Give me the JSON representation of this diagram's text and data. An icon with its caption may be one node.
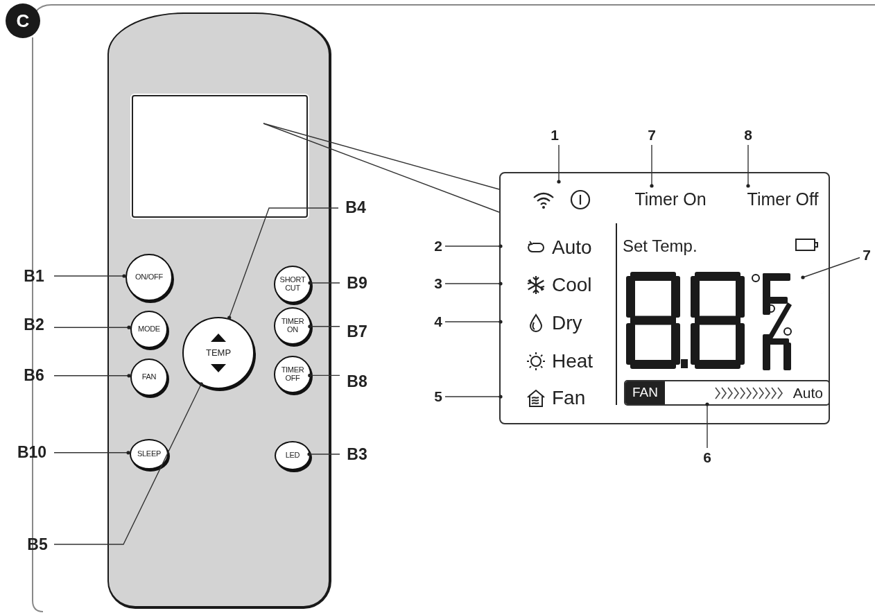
{
  "diagram": {
    "nodes": [
      {
        "text": [
          "C"
        ]
      },
      {
        "text": [],
        "shape": "box"
      },
      {
        "text": [],
        "shape": "box",
        "in": 1
      },
      {
        "text": [
          "ON/OFF"
        ],
        "in": 1
      },
      {
        "text": [
          "SHORT CUT"
        ],
        "in": 1
      },
      {
        "text": [
          "MODE"
        ],
        "in": 1
      },
      {
        "text": [
          "TEMP"
        ],
        "in": 1
      },
      {
        "text": [
          "TIMER ON"
        ],
        "in": 1
      },
      {
        "text": [
          "FAN"
        ],
        "in": 1
      },
      {
        "text": [
          "TIMER OFF"
        ],
        "in": 1
      },
      {
        "text": [
          "SLEEP"
        ],
        "in": 1
      },
      {
        "text": [
          "LED"
        ],
        "in": 1
      },
      {
        "text": [
          "B4"
        ]
      },
      {
        "text": [
          "B1"
        ]
      },
      {
        "text": [
          "B9"
        ]
      },
      {
        "text": [
          "B2"
        ]
      },
      {
        "text": [
          "B7"
        ]
      },
      {
        "text": [
          "B6"
        ]
      },
      {
        "text": [
          "B8"
        ]
      },
      {
        "text": [
          "B10"
        ]
      },
      {
        "text": [
          "B3"
        ]
      },
      {
        "text": [
          "B5"
        ]
      },
      {
        "text": [],
        "shape": "box"
      },
      {
        "text": [
          "1"
        ]
      },
      {
        "text": [
          "7"
        ]
      },
      {
        "text": [
          "8"
        ]
      },
      {
        "text": [
          "Timer On"
        ],
        "in": 22
      },
      {
        "text": [
          "Timer Off"
        ],
        "in": 22
      },
      {
        "text": [
          "2"
        ]
      },
      {
        "text": [
          "3"
        ]
      },
      {
        "text": [
          "4"
        ]
      },
      {
        "text": [
          "5"
        ]
      },
      {
        "text": [
          "Auto"
        ],
        "in": 22
      },
      {
        "text": [
          "Cool"
        ],
        "in": 22
      },
      {
        "text": [
          "Dry"
        ],
        "in": 22
      },
      {
        "text": [
          "Heat"
        ],
        "in": 22
      },
      {
        "text": [
          "Fan"
        ],
        "in": 22
      },
      {
        "text": [
          "7"
        ]
      },
      {
        "text": [
          "FAN",
          "Auto"
        ],
        "in": 22
      },
      {
        "text": [
          "6"
        ]
      }
    ],
    "edges": [
      {
        "from": 2,
        "to": 22,
        "arrow": "none"
      },
      {
        "from": 2,
        "to": 22,
        "arrow": "none"
      },
      {
        "from": 13,
        "to": 3,
        "arrow": "other"
      },
      {
        "from": 15,
        "to": 5,
        "arrow": "other"
      },
      {
        "from": 17,
        "to": 8,
        "arrow": "other"
      },
      {
        "from": 19,
        "to": 10,
        "arrow": "other"
      },
      {
        "from": 21,
        "to": 6,
        "arrow": "other"
      },
      {
        "from": 12,
        "to": 6,
        "arrow": "other"
      },
      {
        "from": 14,
        "to": 4,
        "arrow": "other"
      },
      {
        "from": 16,
        "to": 7,
        "arrow": "other"
      },
      {
        "from": 18,
        "to": 9,
        "arrow": "other"
      },
      {
        "from": 20,
        "to": 11,
        "arrow": "other"
      },
      {
        "from": 23,
        "to": 22,
        "arrow": "other"
      },
      {
        "from": 24,
        "to": 26,
        "arrow": "other"
      },
      {
        "from": 25,
        "to": 27,
        "arrow": "other"
      },
      {
        "from": 28,
        "to": 32,
        "arrow": "other"
      },
      {
        "from": 29,
        "to": 33,
        "arrow": "other"
      },
      {
        "from": 30,
        "to": 34,
        "arrow": "other"
      },
      {
        "from": 31,
        "to": 36,
        "arrow": "other"
      },
      {
        "from": 37,
        "to": 22,
        "arrow": "other"
      },
      {
        "from": 39,
        "to": 38,
        "arrow": "other"
      }
    ],
    "labels": [
      "Set Temp."
    ]
  }
}
